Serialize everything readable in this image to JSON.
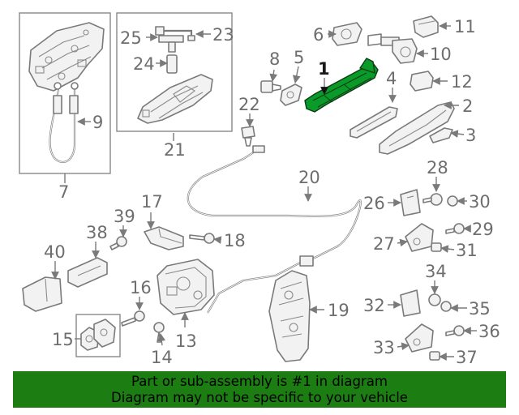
{
  "callouts": [
    "1",
    "2",
    "3",
    "4",
    "5",
    "6",
    "7",
    "8",
    "9",
    "10",
    "11",
    "12",
    "13",
    "14",
    "15",
    "16",
    "17",
    "18",
    "19",
    "20",
    "21",
    "22",
    "23",
    "24",
    "25",
    "26",
    "27",
    "28",
    "29",
    "30",
    "31",
    "32",
    "33",
    "34",
    "35",
    "36",
    "37",
    "38",
    "39",
    "40"
  ],
  "highlight_color": "#0a9a2a",
  "banner": {
    "line1": "Part or sub-assembly is #1 in diagram",
    "line2": "Diagram may not be specific to your vehicle",
    "background": "#1c7d13"
  }
}
